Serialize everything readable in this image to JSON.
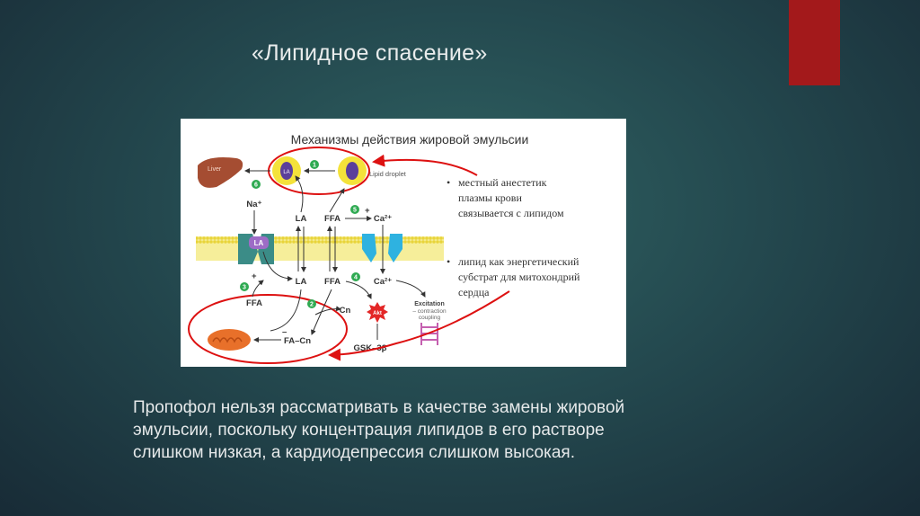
{
  "slide": {
    "title": "«Липидное спасение»",
    "accent_color": "#a3191b",
    "body_lines": [
      "Пропофол нельзя рассматривать в качестве замены жировой",
      "эмульсии, поскольку концентрация липидов в его растворе",
      "слишком низкая, а кардиодепрессия слишком высокая."
    ]
  },
  "figure": {
    "title": "Механизмы действия жировой эмульсии",
    "labels": {
      "liver": "Liver",
      "lipid_droplet": "Lipid droplet",
      "na": "Na⁺",
      "la_top": "LA",
      "ffa_top": "FFA",
      "ca_top": "Ca²⁺",
      "la_channel": "LA",
      "la_droplet": "LA",
      "la_bottom": "LA",
      "ffa_bottom": "FFA",
      "ca_bottom": "Ca²⁺",
      "ffa_left": "FFA",
      "cn": "Cn",
      "akt": "Akt",
      "fa_cn": "FA–Cn",
      "gsk": "GSK–3β",
      "excitation": "Excitation",
      "excitation_sub1": "– contraction",
      "excitation_sub2": "coupling",
      "plus1": "+",
      "plus2": "+",
      "minus": "–"
    },
    "steps": [
      "1",
      "2",
      "3",
      "4",
      "5",
      "6"
    ],
    "bullets": [
      [
        "местный анестетик",
        "плазмы крови",
        "связывается с липидом"
      ],
      [
        "липид как энергетический",
        "субстрат для митохондрий",
        "сердца"
      ]
    ],
    "bullet_symbol": "•"
  }
}
